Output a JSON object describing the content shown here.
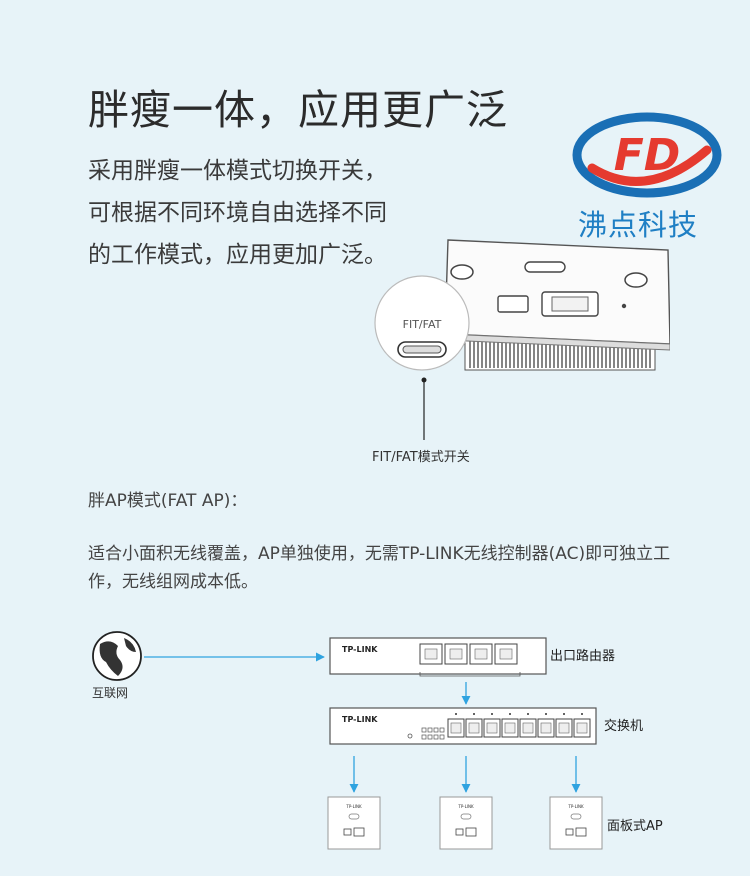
{
  "headline": "胖瘦一体，应用更广泛",
  "intro": "采用胖瘦一体模式切换开关，可根据不同环境自由选择不同的工作模式，应用更加广泛。",
  "brand": {
    "logo_letters": "FD",
    "name": "沸点科技",
    "colors": {
      "blue": "#1a6fb5",
      "red": "#e53a2f"
    }
  },
  "device": {
    "switch_marking": "FIT/FAT",
    "switch_label": "FIT/FAT模式开关"
  },
  "mode": {
    "heading": "胖AP模式(FAT AP)：",
    "description": "适合小面积无线覆盖，AP单独使用，无需TP-LINK无线控制器(AC)即可独立工作，无线组网成本低。"
  },
  "network": {
    "internet_label": "互联网",
    "router_label": "出口路由器",
    "switch_label": "交换机",
    "ap_label": "面板式AP",
    "device_brand": "TP-LINK",
    "arrow_color": "#2fa3e0",
    "ap_count": 3
  },
  "colors": {
    "background": "#e7f3f8"
  }
}
